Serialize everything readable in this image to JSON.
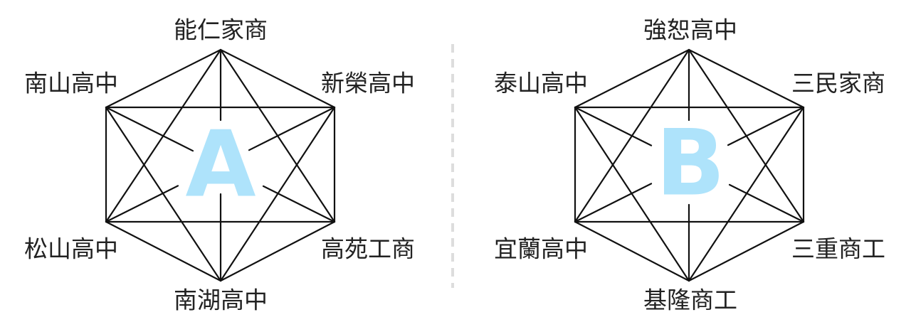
{
  "diagrams": [
    {
      "letter": "A",
      "vertices": {
        "top": "能仁家商",
        "upper_right": "新榮高中",
        "lower_right": "高苑工商",
        "bottom": "南湖高中",
        "lower_left": "松山高中",
        "upper_left": "南山高中"
      }
    },
    {
      "letter": "B",
      "vertices": {
        "top": "強恕高中",
        "upper_right": "三民家商",
        "lower_right": "三重商工",
        "bottom": "基隆商工",
        "lower_left": "宜蘭高中",
        "upper_left": "泰山高中"
      }
    }
  ],
  "colors": {
    "letter": "#aee3fb",
    "separator": "#dddddd",
    "edge": "#111111"
  }
}
